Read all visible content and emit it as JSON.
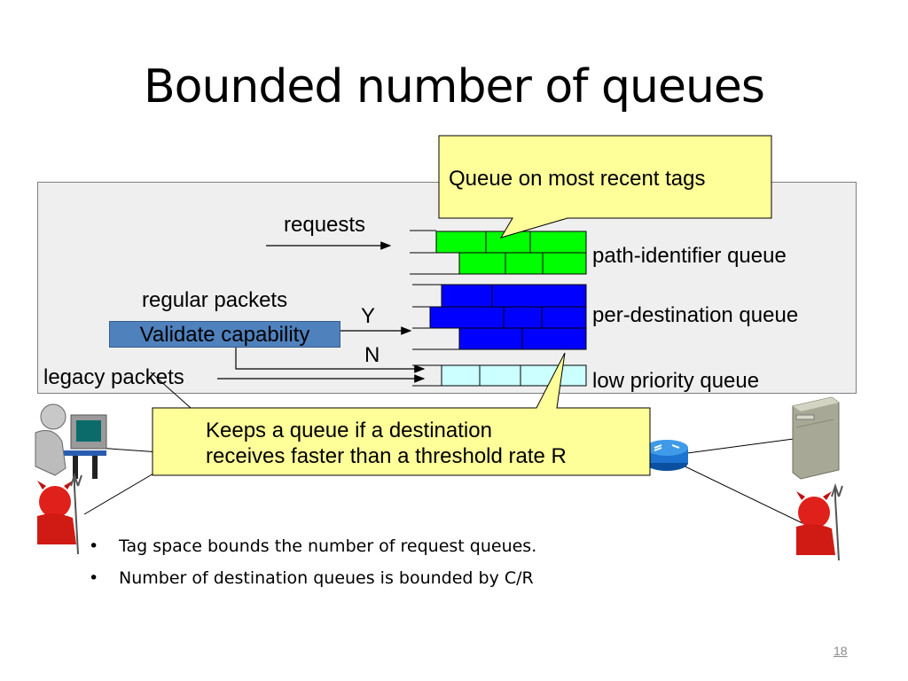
{
  "slide": {
    "title": "Bounded number of queues",
    "page_number": "18"
  },
  "diagram": {
    "labels": {
      "requests": "requests",
      "regular_packets": "regular packets",
      "legacy_packets": "legacy packets",
      "yes": "Y",
      "no": "N",
      "validate_capability": "Validate capability"
    },
    "queues": {
      "path_identifier": "path-identifier queue",
      "per_destination": "per-destination queue",
      "low_priority": "low priority queue"
    },
    "callouts": {
      "top": "Queue on most recent tags",
      "bottom_line1": "Keeps a queue if a destination",
      "bottom_line2": "receives faster than a threshold rate R"
    },
    "colors": {
      "path_identifier_queue": "#00ff00",
      "per_destination_queue": "#0000ff",
      "low_priority_queue": "#ccffff",
      "callout_fill": "#ffff99",
      "validate_fill": "#4f81bd"
    },
    "icons": [
      "user-at-computer-icon",
      "devil-attacker-icon",
      "router-icon",
      "server-icon"
    ]
  },
  "bullets": [
    "Tag space bounds the number of request queues.",
    "Number of destination queues is bounded by C/R"
  ]
}
